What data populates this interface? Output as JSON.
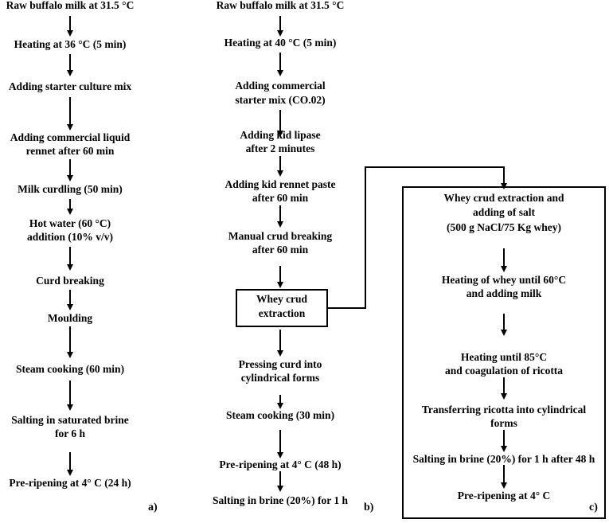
{
  "panel_a": {
    "steps": [
      "Raw buffalo milk at 31.5 °C",
      "Heating at 36 °C (5 min)",
      "Adding starter culture mix",
      "Adding commercial liquid",
      "rennet after 60 min",
      "Milk curdling (50 min)",
      "Hot water (60 °C)",
      "addition (10% v/v)",
      "Curd breaking",
      "Moulding",
      "Steam cooking (60 min)",
      "Salting in saturated brine",
      "for 6 h",
      "Pre-ripening at 4° C (24 h)"
    ],
    "label": "a)"
  },
  "panel_b": {
    "steps": [
      "Raw buffalo milk at 31.5 °C",
      "Heating at 40 °C (5 min)",
      "Adding commercial",
      "starter mix (CO.02)",
      "Adding kid lipase",
      "after 2 minutes",
      "Adding kid rennet paste",
      "after 60 min",
      "Manual crud breaking",
      "after 60 min",
      "Whey crud",
      "extraction",
      "Pressing curd into",
      "cylindrical forms",
      "Steam cooking (30 min)",
      "Pre-ripening at 4° C (48 h)",
      "Salting in brine (20%) for 1 h"
    ],
    "label": "b)"
  },
  "panel_c": {
    "steps": [
      "Whey crud extraction and",
      "adding of salt",
      "(500 g NaCl/75 Kg whey)",
      "Heating of whey until 60°C",
      "and adding milk",
      "Heating until 85°C",
      "and coagulation of ricotta",
      "Transferring ricotta into cylindrical",
      "forms",
      "Salting in brine (20%) for 1 h after 48 h",
      "Pre-ripening at 4° C"
    ],
    "label": "c)"
  }
}
